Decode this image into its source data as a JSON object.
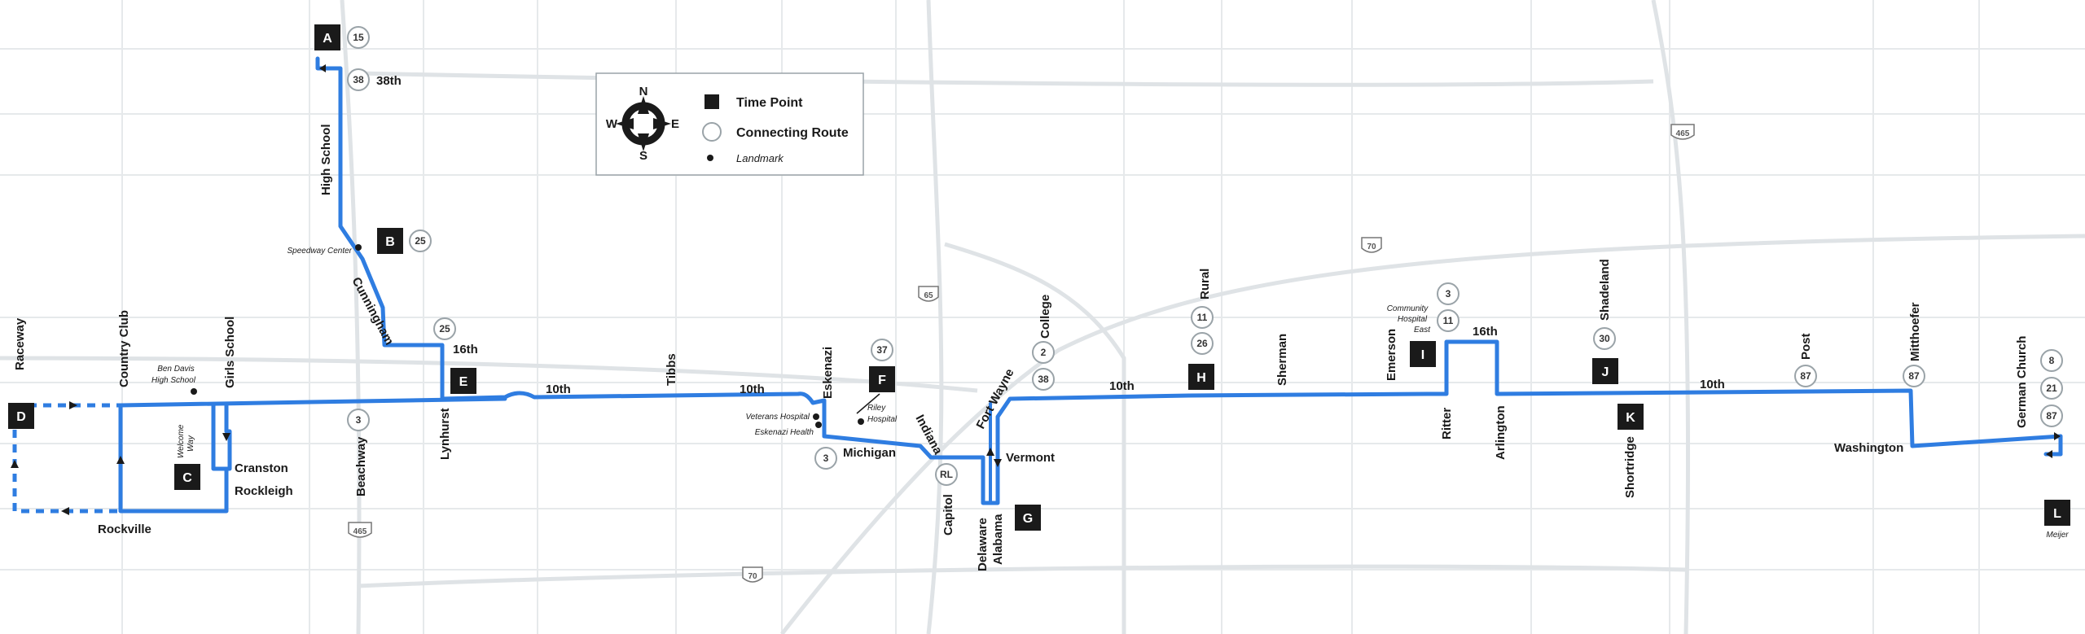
{
  "legend": {
    "compass": {
      "n": "N",
      "s": "S",
      "e": "E",
      "w": "W"
    },
    "time_point": "Time Point",
    "connecting_route": "Connecting Route",
    "landmark": "Landmark"
  },
  "colors": {
    "route": "#2f7de1",
    "time_point": "#1a1a1a",
    "street_grid": "#e3e6e8"
  },
  "time_points": [
    "A",
    "B",
    "C",
    "D",
    "E",
    "F",
    "G",
    "H",
    "I",
    "J",
    "K",
    "L"
  ],
  "connecting_routes": {
    "a": "15",
    "b_38": "38",
    "b": "25",
    "e": "25",
    "beachway": "3",
    "f": "37",
    "michigan": "3",
    "g": "RL",
    "college_1": "2",
    "college_2": "38",
    "rural_1": "11",
    "rural_2": "26",
    "i_1": "3",
    "i_2": "11",
    "j": "30",
    "post": "87",
    "mitt": "87",
    "l_1": "8",
    "l_2": "21",
    "l_3": "87"
  },
  "streets": {
    "s38th": "38th",
    "high_school": "High School",
    "cunningham": "Cunningham",
    "s16th_w": "16th",
    "raceway": "Raceway",
    "country_club": "Country Club",
    "girls_school": "Girls School",
    "cranston": "Cranston",
    "rockleigh": "Rockleigh",
    "rockville": "Rockville",
    "welcome_way_1": "Welcome",
    "welcome_way_2": "Way",
    "beachway": "Beachway",
    "lynhurst": "Lynhurst",
    "s10th_a": "10th",
    "tibbs": "Tibbs",
    "s10th_b": "10th",
    "eskenazi": "Eskenazi",
    "michigan": "Michigan",
    "indiana": "Indiana",
    "capitol": "Capitol",
    "delaware": "Delaware",
    "alabama": "Alabama",
    "fort_wayne": "Fort Wayne",
    "vermont": "Vermont",
    "college": "College",
    "s10th_c": "10th",
    "rural": "Rural",
    "sherman": "Sherman",
    "emerson": "Emerson",
    "ritter": "Ritter",
    "s16th_e": "16th",
    "arlington": "Arlington",
    "shadeland": "Shadeland",
    "shortridge": "Shortridge",
    "s10th_d": "10th",
    "post": "Post",
    "mitthoefer": "Mitthoefer",
    "washington": "Washington",
    "german_church": "German Church"
  },
  "landmarks": {
    "speedway": "Speedway Center",
    "ben_davis_1": "Ben Davis",
    "ben_davis_2": "High School",
    "veterans": "Veterans Hospital",
    "eskenazi_health": "Eskenazi Health",
    "riley_1": "Riley",
    "riley_2": "Hospital",
    "community_1": "Community",
    "community_2": "Hospital",
    "community_3": "East",
    "meijer": "Meijer"
  },
  "highways": {
    "i465_n": "465",
    "i465_s": "465",
    "i70_e": "70",
    "i70_s": "70",
    "i65": "65"
  }
}
